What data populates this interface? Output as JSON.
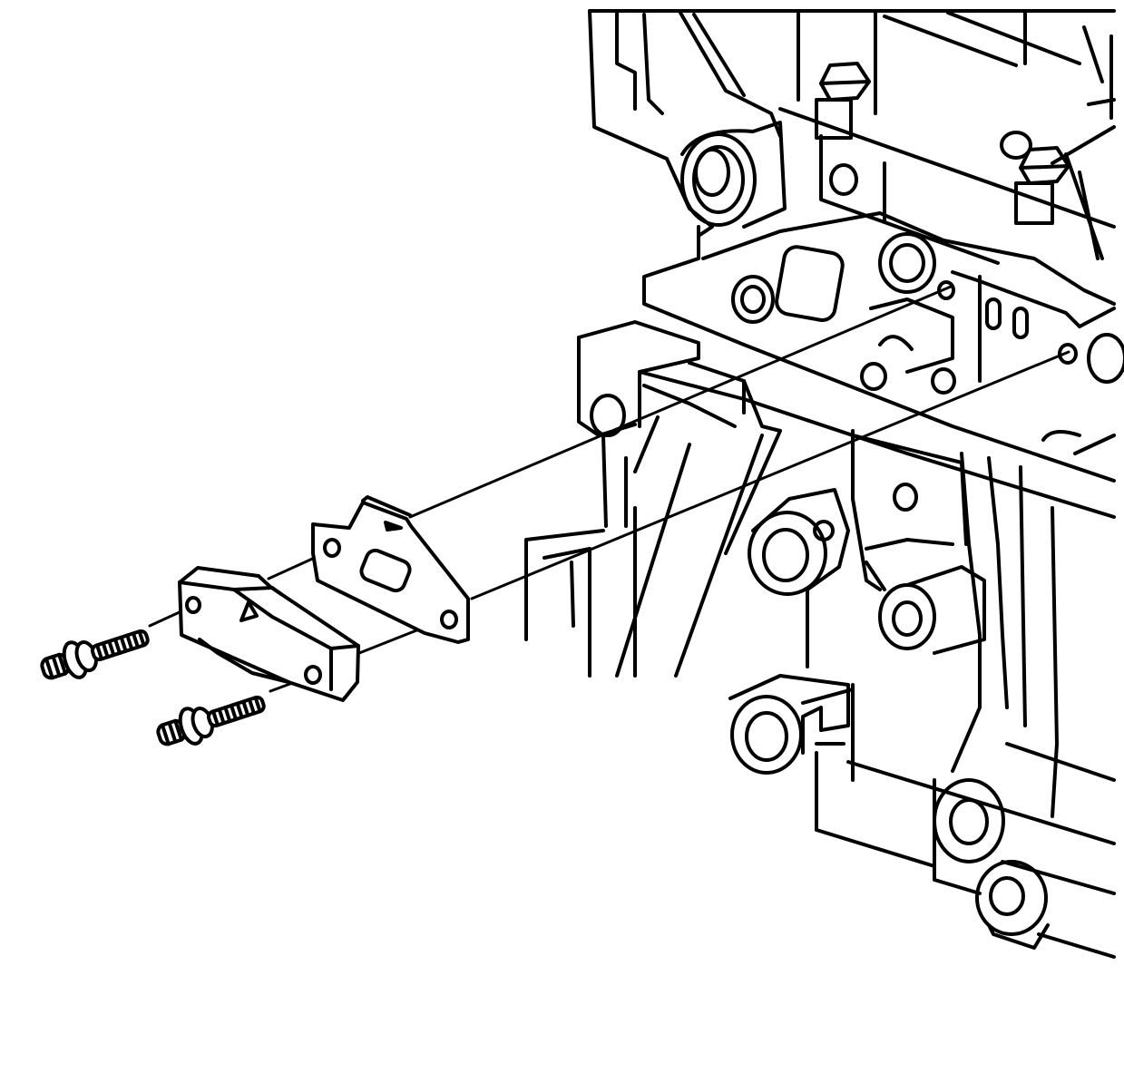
{
  "diagram": {
    "kind": "exploded-view line drawing",
    "colors": {
      "line": "#000000",
      "background": "#ffffff"
    },
    "components": [
      {
        "id": "engine-block",
        "icon": "engine-block-icon"
      },
      {
        "id": "gasket",
        "icon": "gasket-icon"
      },
      {
        "id": "valve-body",
        "icon": "valve-body-icon"
      },
      {
        "id": "bolt-upper",
        "icon": "bolt-icon"
      },
      {
        "id": "bolt-lower",
        "icon": "bolt-icon"
      }
    ],
    "alignment_lines": 2,
    "text_labels": []
  }
}
